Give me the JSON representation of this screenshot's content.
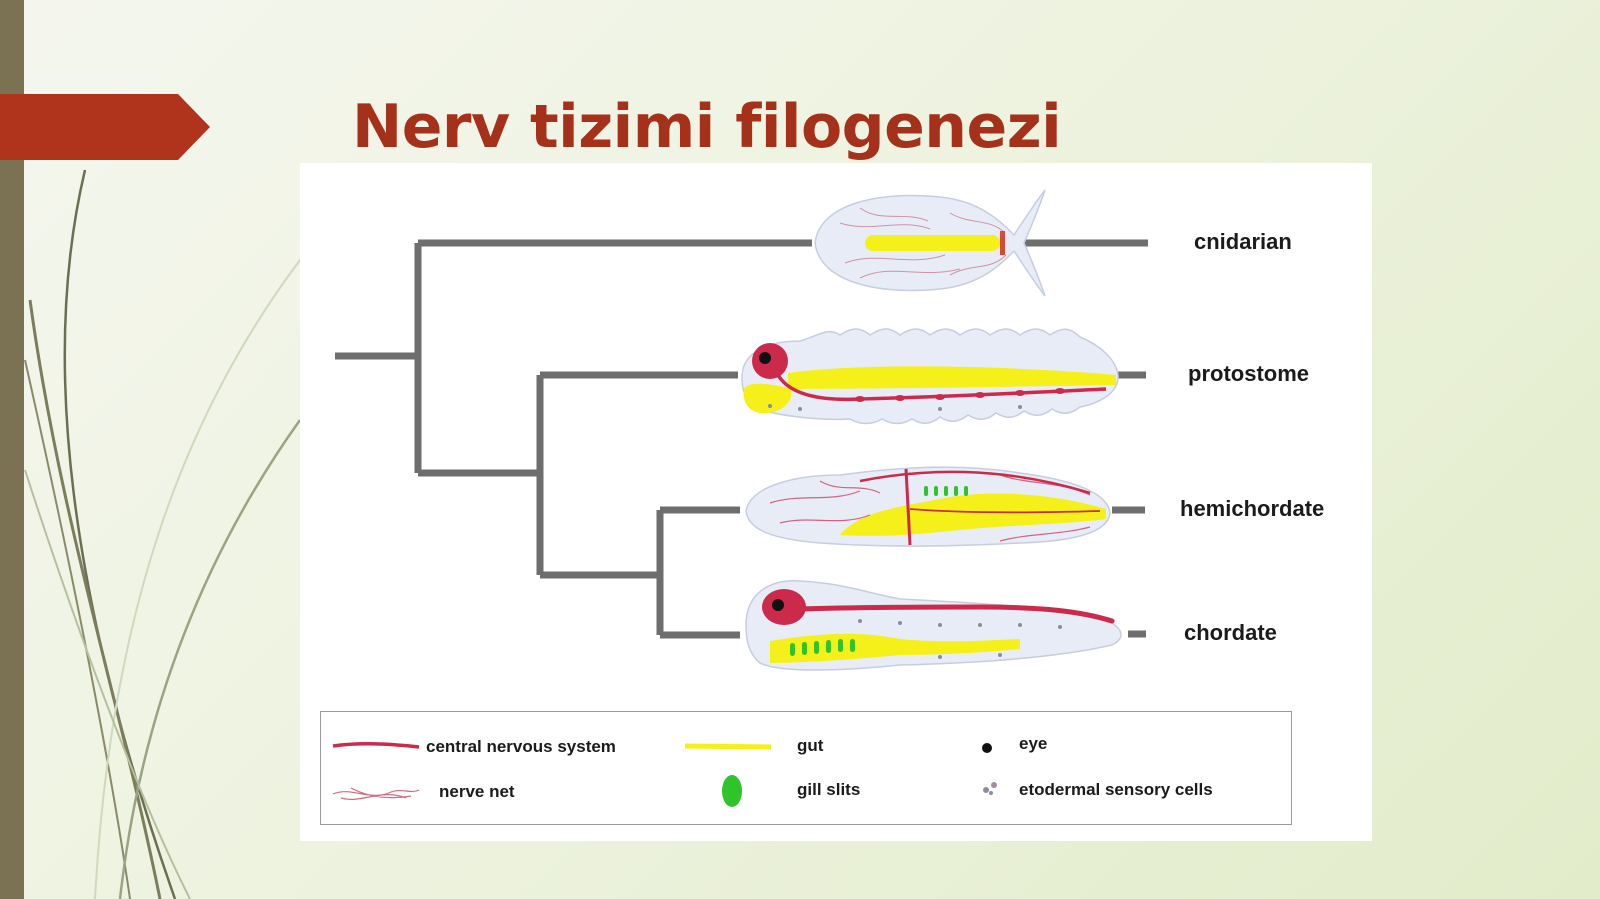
{
  "slide": {
    "title": "Nerv tizimi filogenezi",
    "colors": {
      "title": "#a5311b",
      "arrow": "#b0341b",
      "left_bar": "#7a7253",
      "background": "#eef3e0"
    }
  },
  "diagram": {
    "taxa": [
      {
        "key": "cnidarian",
        "label": "cnidarian"
      },
      {
        "key": "protostome",
        "label": "protostome"
      },
      {
        "key": "hemichordate",
        "label": "hemichordate"
      },
      {
        "key": "chordate",
        "label": "chordate"
      }
    ],
    "legend": {
      "items": [
        {
          "key": "cns",
          "label": "central nervous system",
          "icon": "red-line-icon"
        },
        {
          "key": "gut",
          "label": "gut",
          "icon": "yellow-line-icon"
        },
        {
          "key": "eye",
          "label": "eye",
          "icon": "black-dot-icon"
        },
        {
          "key": "nerve_net",
          "label": "nerve net",
          "icon": "nerve-net-icon"
        },
        {
          "key": "gill_slits",
          "label": "gill slits",
          "icon": "green-oval-icon"
        },
        {
          "key": "sensory_cells",
          "label": "etodermal sensory cells",
          "icon": "sensory-dots-icon"
        }
      ]
    },
    "colors": {
      "cns": "#cc2a4a",
      "gut": "#f5ef1a",
      "gill": "#2fc42a",
      "eye": "#111111",
      "body": "#e7ecf6",
      "branch": "#6e6e6e"
    }
  }
}
